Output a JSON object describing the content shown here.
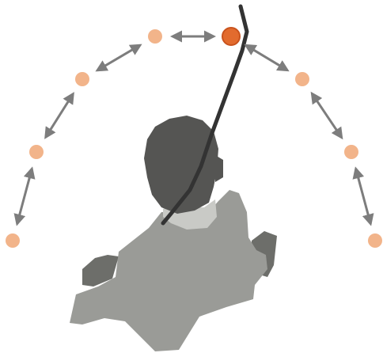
{
  "diagram": {
    "background_color": "#ffffff",
    "target_color": "#f2b48a",
    "active_target_color": "#e26b2e",
    "active_target_rim_color": "#c9531d",
    "arrow_color": "#7d7d7d",
    "pointer_color": "#333333",
    "head_color": "#555553",
    "body_color": "#9a9b97",
    "shadow_color": "#6d6e6a",
    "collar_color": "#c9cac6",
    "targets": [
      {
        "id": "target-1",
        "active": false
      },
      {
        "id": "target-2",
        "active": false
      },
      {
        "id": "target-3",
        "active": false
      },
      {
        "id": "target-4",
        "active": false
      },
      {
        "id": "target-5",
        "active": true
      },
      {
        "id": "target-6",
        "active": false
      },
      {
        "id": "target-7",
        "active": false
      },
      {
        "id": "target-8",
        "active": false
      }
    ],
    "arrows_between_adjacent_targets": 7
  }
}
